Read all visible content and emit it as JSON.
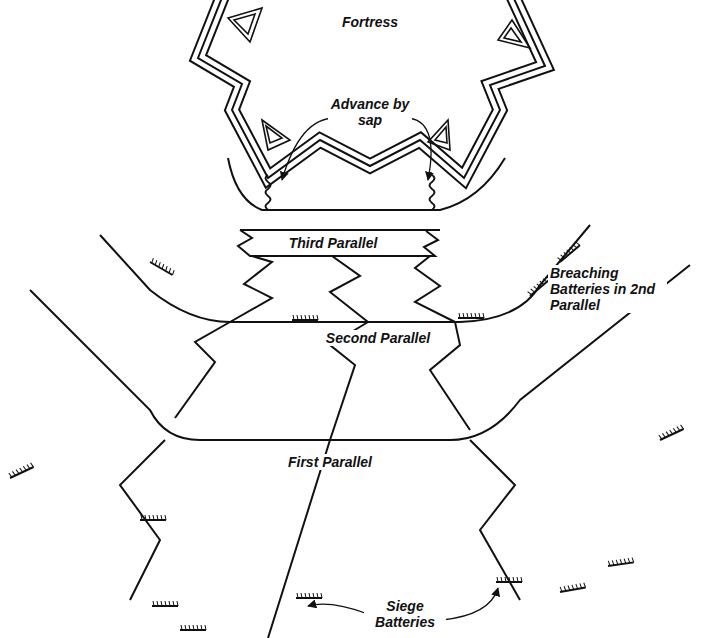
{
  "diagram": {
    "labels": [
      "Fortress",
      "Advance by sap",
      "Third Parallel",
      "Breaching Batteries in 2nd Parallel",
      "Second Parallel",
      "First Parallel",
      "Siege Batteries"
    ]
  }
}
